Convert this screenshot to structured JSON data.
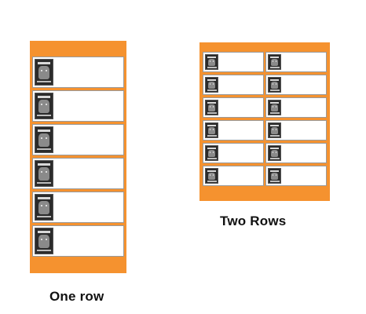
{
  "colors": {
    "panel": "#F5922F",
    "card": "#FFFFFF",
    "card_border": "#9A9A9A"
  },
  "layouts": [
    {
      "id": "one-row",
      "caption": "One row",
      "columns": 1,
      "rows": 6,
      "thumbnail_icon": "badge-thumbnail-icon"
    },
    {
      "id": "two-rows",
      "caption": "Two Rows",
      "columns": 2,
      "rows": 6,
      "thumbnail_icon": "badge-thumbnail-icon"
    }
  ]
}
